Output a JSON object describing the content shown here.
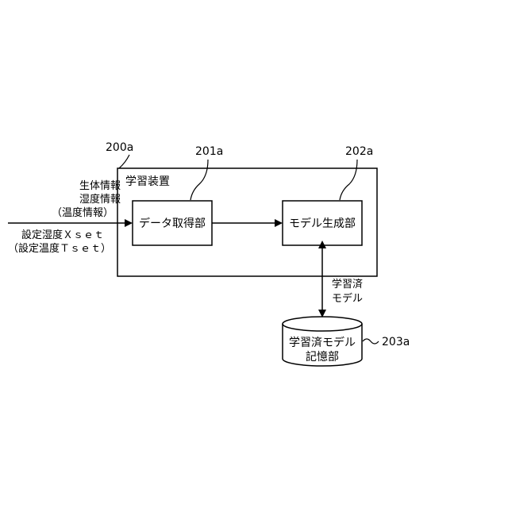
{
  "references": {
    "system": "200a",
    "data_acquisition": "201a",
    "model_generation": "202a",
    "model_storage": "203a"
  },
  "learning_device": {
    "title": "学習装置"
  },
  "data_acquisition_unit": {
    "label": "データ取得部"
  },
  "model_generation_unit": {
    "label": "モデル生成部"
  },
  "model_storage_unit": {
    "line1": "学習済モデル",
    "line2": "記憶部"
  },
  "inputs": {
    "biometric_line1": "生体情報",
    "biometric_line2": "湿度情報",
    "biometric_line3": "（温度情報）",
    "setpoint_line1": "設定湿度Ｘｓｅｔ",
    "setpoint_line2": "（設定温度Ｔｓｅｔ）"
  },
  "trained_model_label": {
    "line1": "学習済",
    "line2": "モデル"
  },
  "colors": {
    "stroke": "#000000",
    "background": "#ffffff"
  }
}
